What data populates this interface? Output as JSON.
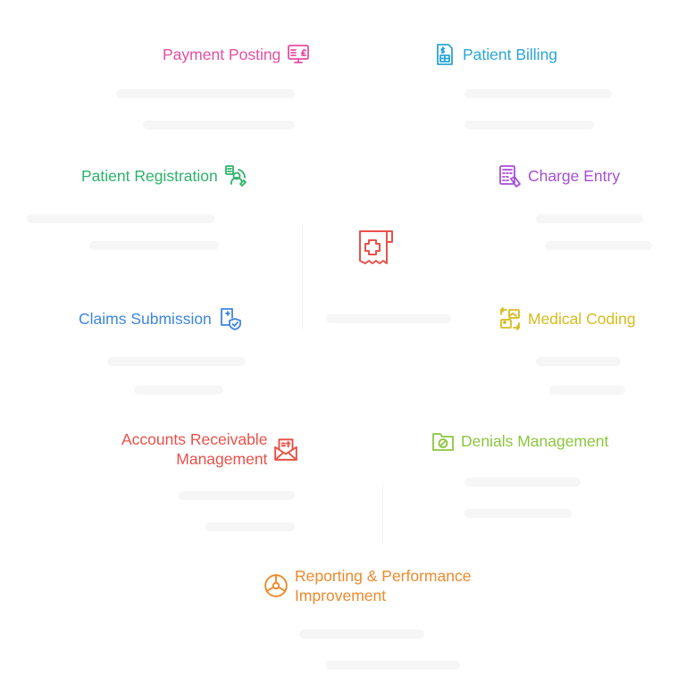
{
  "diagram": {
    "center": {
      "icon": "medical-receipt-icon",
      "color": "#e8524a"
    },
    "nodes": [
      {
        "id": "payment-posting",
        "label": "Payment Posting",
        "icon": "monitor-pound-icon",
        "color": "#e64fa3"
      },
      {
        "id": "patient-billing",
        "label": "Patient Billing",
        "icon": "invoice-dollar-icon",
        "color": "#2aa6d6"
      },
      {
        "id": "patient-registration",
        "label": "Patient Registration",
        "icon": "user-id-card-icon",
        "color": "#2cb36b"
      },
      {
        "id": "charge-entry",
        "label": "Charge Entry",
        "icon": "calculator-hand-icon",
        "color": "#a64fd6"
      },
      {
        "id": "claims-submission",
        "label": "Claims Submission",
        "icon": "document-shield-icon",
        "color": "#3d86e0"
      },
      {
        "id": "medical-coding",
        "label": "Medical Coding",
        "icon": "image-sync-icon",
        "color": "#d6bc1e"
      },
      {
        "id": "accounts-receivable",
        "label_line1": "Accounts Receivable",
        "label_line2": "Management",
        "icon": "envelope-dollar-icon",
        "color": "#e8524a"
      },
      {
        "id": "denials-management",
        "label": "Denials Management",
        "icon": "folder-block-icon",
        "color": "#8cc63e"
      },
      {
        "id": "reporting-performance",
        "label_line1": "Reporting & Performance",
        "label_line2": "Improvement",
        "icon": "pie-chart-icon",
        "color": "#ee8a2c"
      }
    ]
  }
}
